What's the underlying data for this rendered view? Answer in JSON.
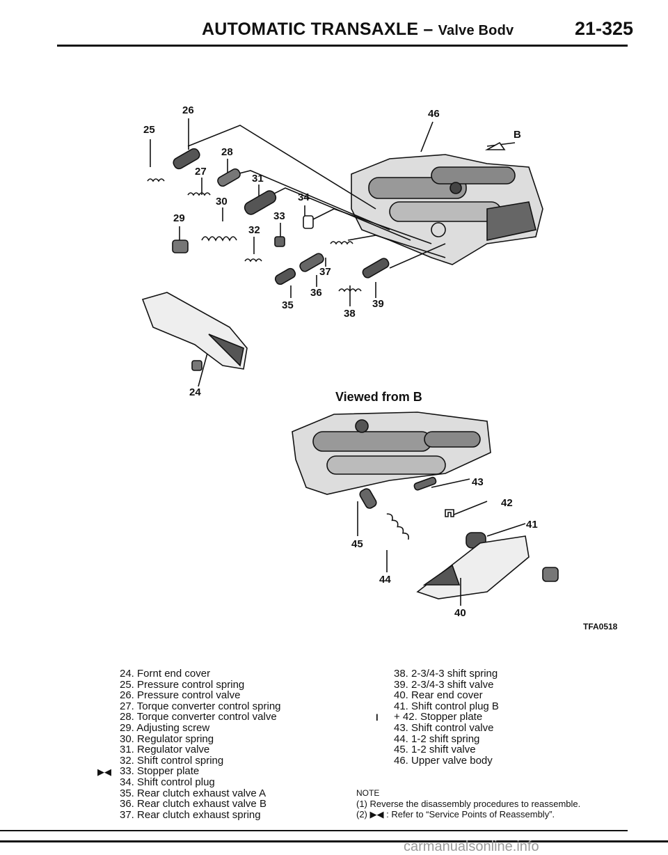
{
  "header": {
    "title": "AUTOMATIC TRANSAXLE",
    "dash": "–",
    "subtitle": "Valve Bodv",
    "page_number": "21-325"
  },
  "figure": {
    "code": "TFA0518",
    "viewed_label": "Viewed from B",
    "callouts_upper": [
      "26",
      "25",
      "46",
      "B",
      "28",
      "27",
      "31",
      "30",
      "34",
      "29",
      "33",
      "32",
      "37",
      "36",
      "35",
      "39",
      "38",
      "24"
    ],
    "callouts_lower": [
      "43",
      "42",
      "41",
      "45",
      "44",
      "40"
    ]
  },
  "legend_left": [
    "24. Fornt end cover",
    "25. Pressure control spring",
    "26. Pressure control valve",
    "27. Torque converter control spring",
    "28. Torque converter control valve",
    "29. Adjusting screw",
    "30. Regulator spring",
    "31. Regulator valve",
    "32. Shift control spring",
    "33. Stopper plate",
    "34. Shift control plug",
    "35. Rear clutch exhaust valve A",
    "36. Rear clutch exhaust valve B",
    "37. Rear clutch exhaust spring"
  ],
  "legend_right": [
    "38. 2-3/4-3 shift spring",
    "39. 2-3/4-3 shift valve",
    "40. Rear end cover",
    "41. Shift control plug B",
    "+ 42. Stopper plate",
    "43. Shift control valve",
    "44. 1-2 shift spring",
    "45. 1-2 shift valve",
    "46. Upper valve body"
  ],
  "legend_marks": {
    "left_33": "▶◀",
    "right_42": "l"
  },
  "note": {
    "heading": "NOTE",
    "line1": "(1) Reverse the disassembly procedures to reassemble.",
    "line2": "(2) ▶◀ : Refer to “Service Points of Reassembly”."
  },
  "footer": {
    "watermark": "carmanualsonline.info"
  }
}
